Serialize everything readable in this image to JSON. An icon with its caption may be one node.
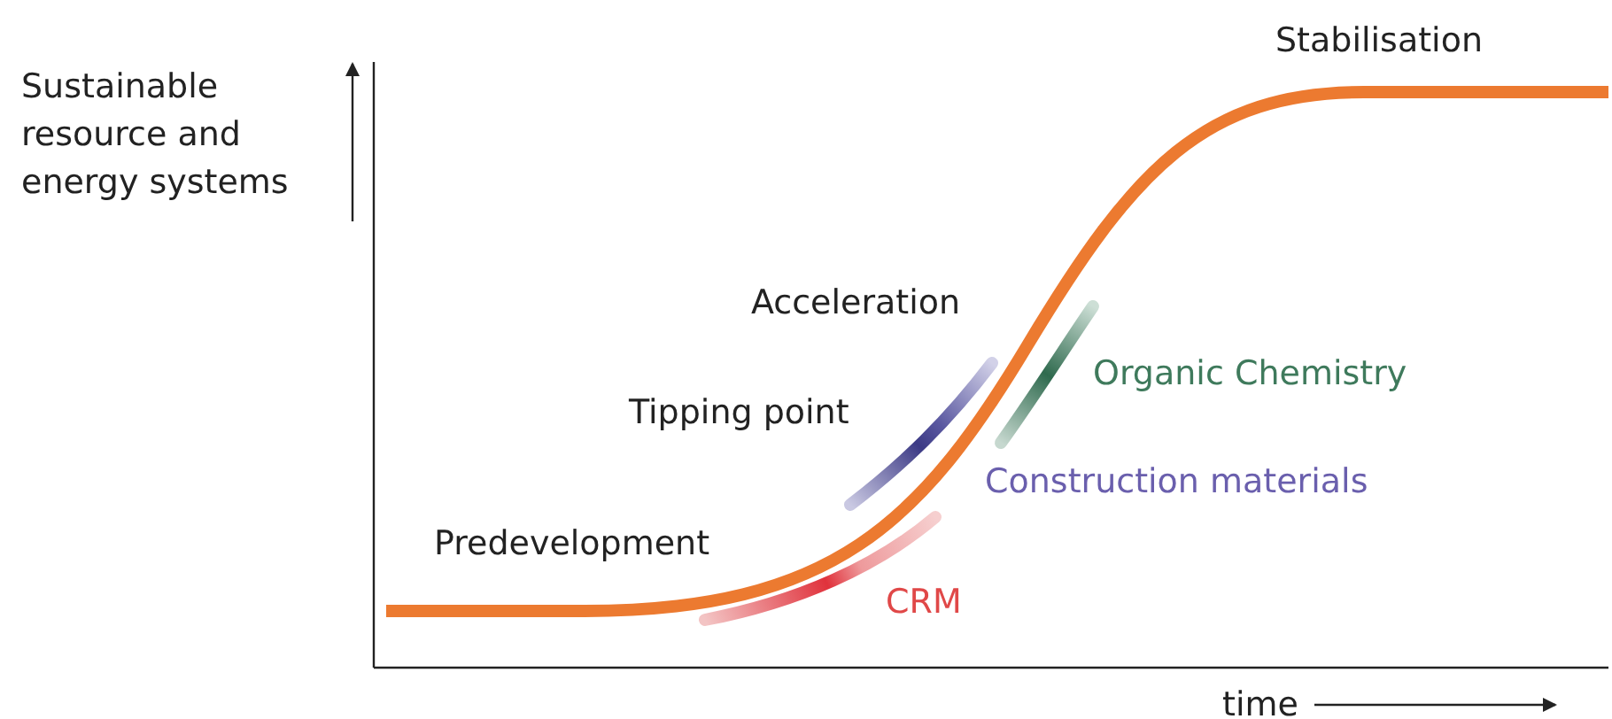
{
  "diagram": {
    "labels": [
      "Sustainable resource and energy systems",
      "Stabilisation",
      "Acceleration",
      "Organic Chemistry",
      "Tipping point",
      "Construction materials",
      "Predevelopment",
      "CRM",
      "time"
    ]
  }
}
